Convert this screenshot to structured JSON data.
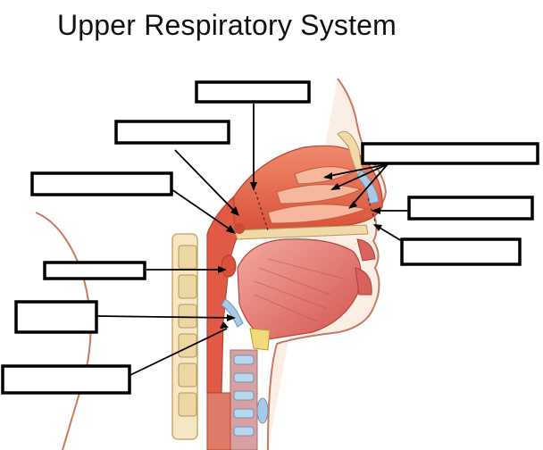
{
  "title": "Upper Respiratory System",
  "label_boxes": [
    {
      "id": "box-top",
      "text": ""
    },
    {
      "id": "box-upper-left",
      "text": ""
    },
    {
      "id": "box-left",
      "text": ""
    },
    {
      "id": "box-mid-left",
      "text": ""
    },
    {
      "id": "box-lower-left",
      "text": ""
    },
    {
      "id": "box-bottom-left",
      "text": ""
    },
    {
      "id": "box-right-top",
      "text": ""
    },
    {
      "id": "box-right-mid",
      "text": ""
    },
    {
      "id": "box-right-lower",
      "text": ""
    }
  ],
  "colors": {
    "nasal_tissue": "#e8694e",
    "tongue": "#d9625e",
    "tongue_light": "#efa39a",
    "skin_outline": "#c97a5e",
    "bone": "#f0d9a6",
    "cartilage": "#a9c9e6",
    "pharynx_wall": "#e05a45"
  }
}
